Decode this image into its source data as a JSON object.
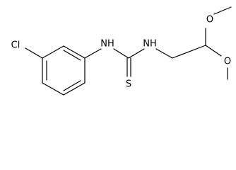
{
  "molecule": {
    "atoms": {
      "chlorine": "Cl",
      "nh_left": "NH",
      "nh_right": "NH",
      "sulfur": "S",
      "oxygen_top": "O",
      "oxygen_bottom": "O"
    }
  },
  "colors": {
    "bond": "#000000",
    "background": "#ffffff"
  }
}
